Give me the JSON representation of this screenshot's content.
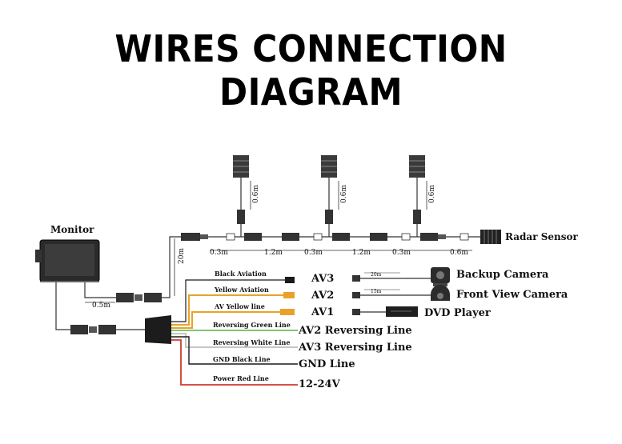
{
  "title": "WIRES CONNECTION DIAGRAM",
  "monitor": {
    "label": "Monitor"
  },
  "radar": {
    "label": "Radar Sensor",
    "sensor_cable_len": "0.6m",
    "segments": [
      "0.3m",
      "1.2m",
      "0.3m",
      "1.2m",
      "0.3m",
      "0.6m"
    ],
    "extension_len": "20m",
    "monitor_cable_len": "0.5m"
  },
  "wires": [
    {
      "name": "Black Aviation",
      "port": "AV3",
      "color": "#1a1a1a"
    },
    {
      "name": "Yellow Aviation",
      "port": "AV2",
      "color": "#e8a22a"
    },
    {
      "name": "AV Yellow line",
      "port": "AV1",
      "color": "#e8a22a"
    },
    {
      "name": "Reversing Green Line",
      "port": "AV2 Reversing Line",
      "color": "#6cc05a"
    },
    {
      "name": "Reversing White Line",
      "port": "AV3 Reversing Line",
      "color": "#bfbfbf"
    },
    {
      "name": "GND Black Line",
      "port": "GND Line",
      "color": "#1a1a1a"
    },
    {
      "name": "Power Red Line",
      "port": "12-24V",
      "color": "#d23a2a"
    }
  ],
  "devices": [
    {
      "label": "Backup Camera",
      "cable_len": "20m"
    },
    {
      "label": "Front View Camera",
      "cable_len": "15m"
    },
    {
      "label": "DVD Player",
      "cable_len": ""
    }
  ]
}
